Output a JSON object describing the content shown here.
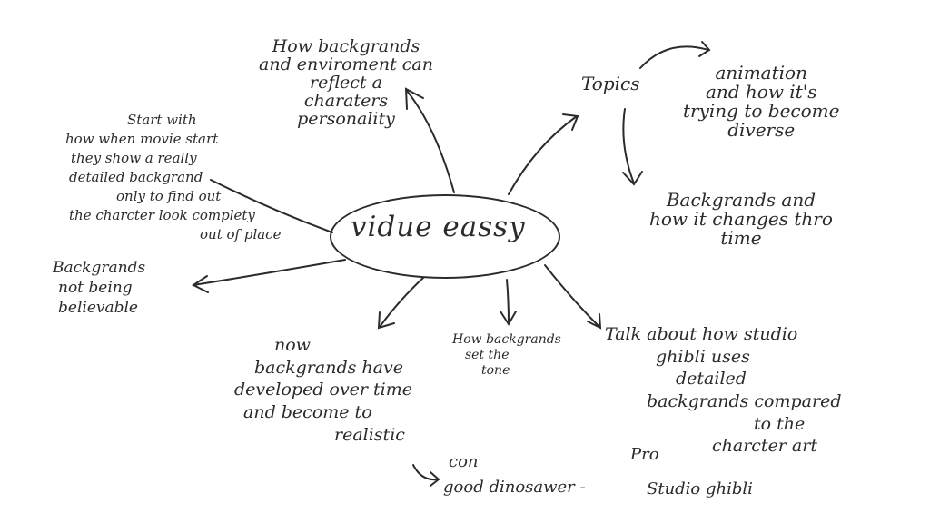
{
  "center": {
    "label": "vidue eassy"
  },
  "notes": {
    "backgrounds_environment": [
      "How backgrands",
      "and enviroment can",
      "reflect a",
      "charaters",
      "personality"
    ],
    "topics": "Topics",
    "animation": [
      "animation",
      "and how it's",
      "trying to become",
      "diverse"
    ],
    "backgrounds_time": [
      "Backgrands and",
      "how it changes thro",
      "time"
    ],
    "start_with": [
      "Start with",
      "how when movie start",
      "they show a really",
      "detailed backgrand",
      "only to find out",
      "the charcter look complety",
      "out of place"
    ],
    "not_believable": [
      "Backgrands",
      "not being",
      "believable"
    ],
    "developed": [
      "now",
      "backgrands have",
      "developed over time",
      "and become to",
      "realistic"
    ],
    "set_tone": [
      "How backgrands",
      "set the",
      "tone"
    ],
    "ghibli": [
      "Talk about how studio",
      "ghibli uses",
      "detailed",
      "backgrands compared",
      "to the",
      "charcter art"
    ],
    "con_label": "con",
    "con_value": "good dinosawer -",
    "pro_label": "Pro",
    "pro_value": "Studio ghibli"
  }
}
